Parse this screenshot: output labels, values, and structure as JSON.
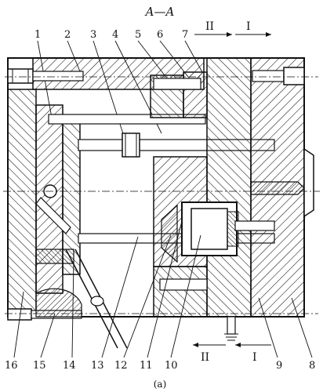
{
  "title": "A—A",
  "section_markers": {
    "top_left": "II",
    "top_right": "I",
    "bottom_left": "II",
    "bottom_right": "I"
  },
  "caption": "(a)",
  "top_labels": [
    "1",
    "2",
    "3",
    "4",
    "5",
    "6",
    "7"
  ],
  "bottom_labels": [
    "16",
    "15",
    "14",
    "13",
    "12",
    "11",
    "10",
    "9",
    "8"
  ]
}
